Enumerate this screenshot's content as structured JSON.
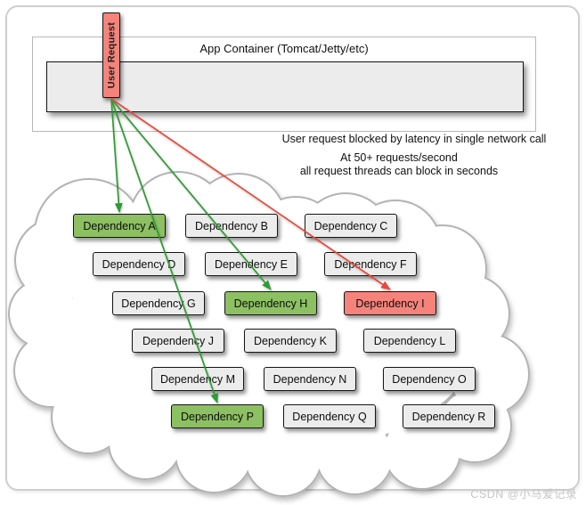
{
  "page": {
    "watermark": "CSDN @小马爱记录"
  },
  "app_container": {
    "title": "App Container (Tomcat/Jetty/etc)"
  },
  "user_request": {
    "label": "User Request"
  },
  "annotations": {
    "line1": "User request blocked by latency in single network call",
    "line2": "At 50+ requests/second",
    "line3": "all request threads can block in seconds"
  },
  "colors": {
    "success_arrow": "#2f9b33",
    "blocked_arrow": "#e8493a",
    "success_box": "#8dc063",
    "blocked_box": "#f5837b",
    "idle_box": "#ececec",
    "request_box": "#f5837b"
  },
  "dependencies": [
    {
      "label": "Dependency A",
      "state": "success",
      "row": 0,
      "col": 0
    },
    {
      "label": "Dependency B",
      "state": "idle",
      "row": 0,
      "col": 1
    },
    {
      "label": "Dependency C",
      "state": "idle",
      "row": 0,
      "col": 2
    },
    {
      "label": "Dependency D",
      "state": "idle",
      "row": 1,
      "col": 0
    },
    {
      "label": "Dependency E",
      "state": "idle",
      "row": 1,
      "col": 1
    },
    {
      "label": "Dependency F",
      "state": "idle",
      "row": 1,
      "col": 2
    },
    {
      "label": "Dependency G",
      "state": "idle",
      "row": 2,
      "col": 0
    },
    {
      "label": "Dependency H",
      "state": "success",
      "row": 2,
      "col": 1
    },
    {
      "label": "Dependency I",
      "state": "blocked",
      "row": 2,
      "col": 2
    },
    {
      "label": "Dependency J",
      "state": "idle",
      "row": 3,
      "col": 0
    },
    {
      "label": "Dependency K",
      "state": "idle",
      "row": 3,
      "col": 1
    },
    {
      "label": "Dependency L",
      "state": "idle",
      "row": 3,
      "col": 2
    },
    {
      "label": "Dependency M",
      "state": "idle",
      "row": 4,
      "col": 0
    },
    {
      "label": "Dependency N",
      "state": "idle",
      "row": 4,
      "col": 1
    },
    {
      "label": "Dependency O",
      "state": "idle",
      "row": 4,
      "col": 2
    },
    {
      "label": "Dependency P",
      "state": "success",
      "row": 5,
      "col": 0
    },
    {
      "label": "Dependency Q",
      "state": "idle",
      "row": 5,
      "col": 1
    },
    {
      "label": "Dependency R",
      "state": "idle",
      "row": 5,
      "col": 2
    }
  ],
  "arrows": [
    {
      "target": "Dependency A",
      "type": "success"
    },
    {
      "target": "Dependency H",
      "type": "success"
    },
    {
      "target": "Dependency P",
      "type": "success"
    },
    {
      "target": "Dependency I",
      "type": "blocked"
    }
  ]
}
